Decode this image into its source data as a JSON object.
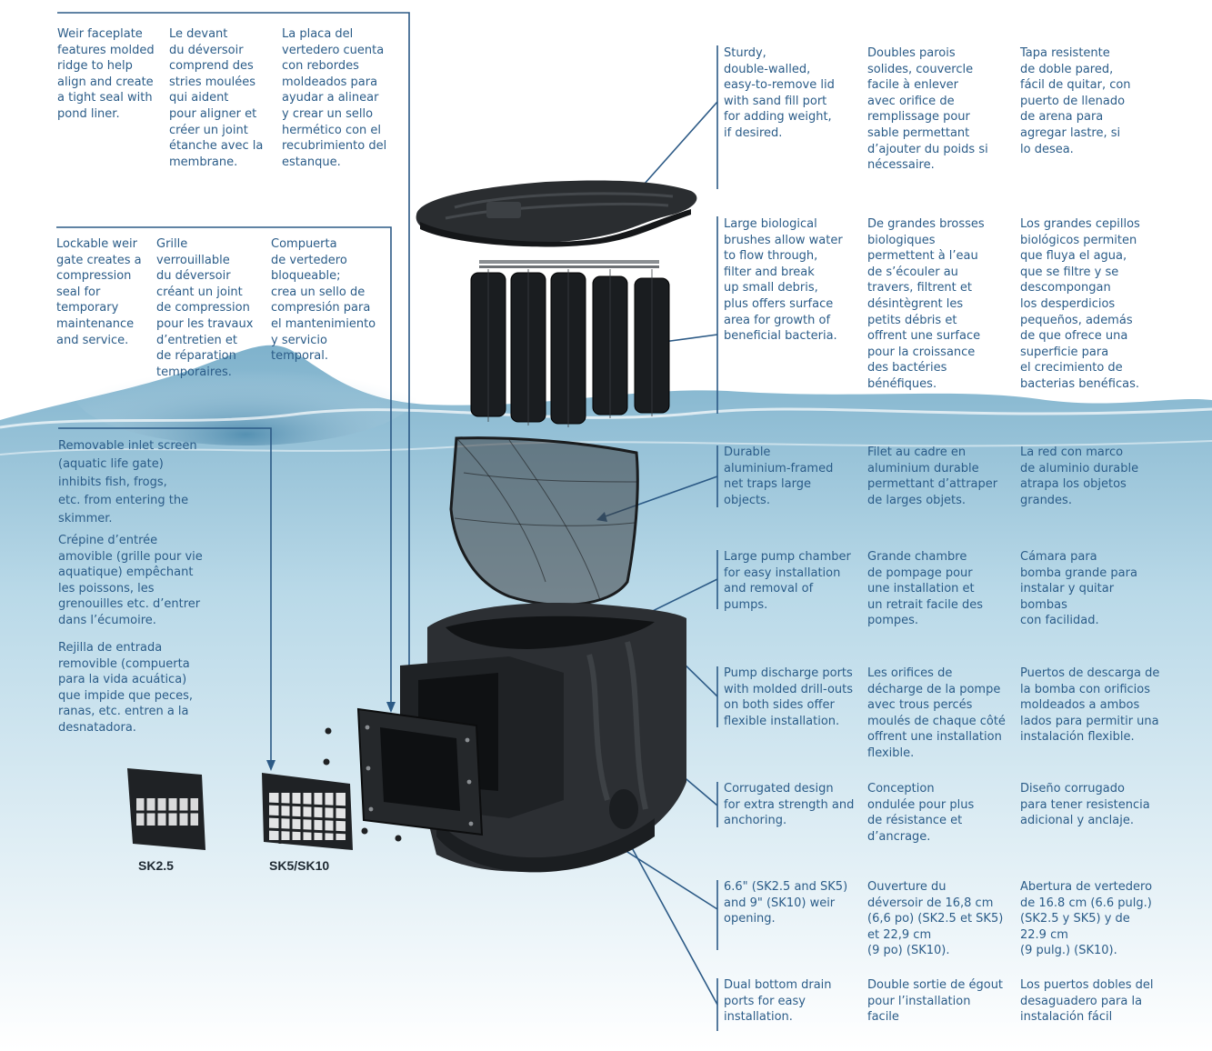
{
  "left_callouts": [
    {
      "id": "faceplate",
      "en": "Weir faceplate\nfeatures molded\nridge to help\nalign and create\na tight seal with\npond liner.",
      "fr": "Le devant\ndu déversoir\ncomprend des\nstries moulées\nqui aident\npour aligner et\ncréer un joint\nétanche avec la\nmembrane.",
      "es": "La placa del\nvertedero cuenta\ncon rebordes\nmoldeados para\nayudar a alinear\ny crear un sello\nhermético con el\nrecubrimiento del\nestanque."
    },
    {
      "id": "weir-gate",
      "en": "Lockable weir\ngate creates a\ncompression\nseal for\ntemporary\nmaintenance\nand service.",
      "fr": "Grille\nverrouillable\ndu déversoir\ncréant un joint\nde compression\npour les travaux\nd’entretien et\nde réparation\ntemporaires.",
      "es": "Compuerta\nde vertedero\nbloqueable;\ncrea un sello de\ncompresión para\nel mantenimiento\ny servicio\ntemporal."
    },
    {
      "id": "inlet-screen",
      "en": "Removable inlet screen\n(aquatic life gate)\ninhibits fish, frogs,\netc. from entering the\nskimmer.",
      "fr": "Crépine d’entrée\namovible (grille pour vie\naquatique) empêchant\nles poissons, les\ngrenouilles etc. d’entrer\ndans l’écumoire.",
      "es": "Rejilla de entrada\nremovible (compuerta\npara la vida acuática)\nque impide que peces,\nranas, etc. entren a la\ndesnatadora."
    }
  ],
  "right_callouts": [
    {
      "id": "lid",
      "en": "Sturdy,\ndouble-walled,\neasy-to-remove lid\nwith sand fill port\nfor adding weight,\nif desired.",
      "fr": "Doubles parois\nsolides, couvercle\nfacile à enlever\navec orifice de\nremplissage pour\nsable permettant\nd’ajouter du poids si\nnécessaire.",
      "es": "Tapa resistente\nde doble pared,\nfácil de quitar, con\npuerto de llenado\nde arena para\nagregar lastre, si\nlo desea."
    },
    {
      "id": "brushes",
      "en": "Large biological\nbrushes allow water\nto flow through,\nfilter and break\nup small debris,\nplus offers surface\narea for growth of\nbeneficial bacteria.",
      "fr": "De grandes brosses\nbiologiques\npermettent à l’eau\nde s’écouler au\ntravers, filtrent et\ndésintègrent les\npetits débris et\noffrent une surface\npour la croissance\ndes bactéries\nbénéfiques.",
      "es": "Los grandes cepillos\nbiológicos permiten\nque fluya el agua,\nque se filtre y se\ndescompongan\nlos desperdicios\npequeños, además\nde que ofrece una\nsuperficie para\nel crecimiento de\nbacterias benéficas."
    },
    {
      "id": "net",
      "en": "Durable\naluminium-framed\nnet traps large\nobjects.",
      "fr": "Filet au cadre en\naluminium durable\npermettant d’attraper\nde larges objets.",
      "es": "La red con marco\nde aluminio durable\natrapa los objetos\ngrandes."
    },
    {
      "id": "pump-chamber",
      "en": "Large pump chamber\nfor easy installation\nand removal of\npumps.",
      "fr": "Grande chambre\nde pompage pour\nune installation et\nun retrait facile des\npompes.",
      "es": "Cámara para\nbomba grande para\ninstalar y quitar\nbombas\ncon facilidad."
    },
    {
      "id": "discharge",
      "en": "Pump discharge ports\nwith molded drill-outs\non both sides offer\nflexible installation.",
      "fr": "Les orifices de\ndécharge de la pompe\navec trous percés\nmoulés de chaque côté\noffrent une installation\nflexible.",
      "es": "Puertos de descarga de\nla bomba con orificios\nmoldeados a ambos\nlados para permitir una\ninstalación flexible."
    },
    {
      "id": "corrugated",
      "en": "Corrugated design\nfor extra strength and\nanchoring.",
      "fr": "Conception\nondulée pour plus\nde résistance et\nd’ancrage.",
      "es": "Diseño corrugado\npara tener resistencia\nadicional y anclaje."
    },
    {
      "id": "weir-opening",
      "en": "6.6\" (SK2.5 and SK5)\nand 9\" (SK10) weir\nopening.",
      "fr": "Ouverture du\ndéversoir de 16,8 cm\n(6,6 po) (SK2.5 et SK5)\net 22,9 cm\n(9 po) (SK10).",
      "es": "Abertura de vertedero\nde 16.8 cm (6.6 pulg.)\n(SK2.5 y SK5) y de\n22.9 cm\n(9 pulg.) (SK10)."
    },
    {
      "id": "drain",
      "en": "Dual bottom drain\nports for easy\ninstallation.",
      "fr": "Double sortie de égout\npour l’installation\nfacile",
      "es": "Los puertos dobles del\ndesaguadero para la\ninstalación fácil"
    }
  ],
  "part_labels": {
    "sk25": "SK2.5",
    "sk5": "SK5/SK10"
  }
}
